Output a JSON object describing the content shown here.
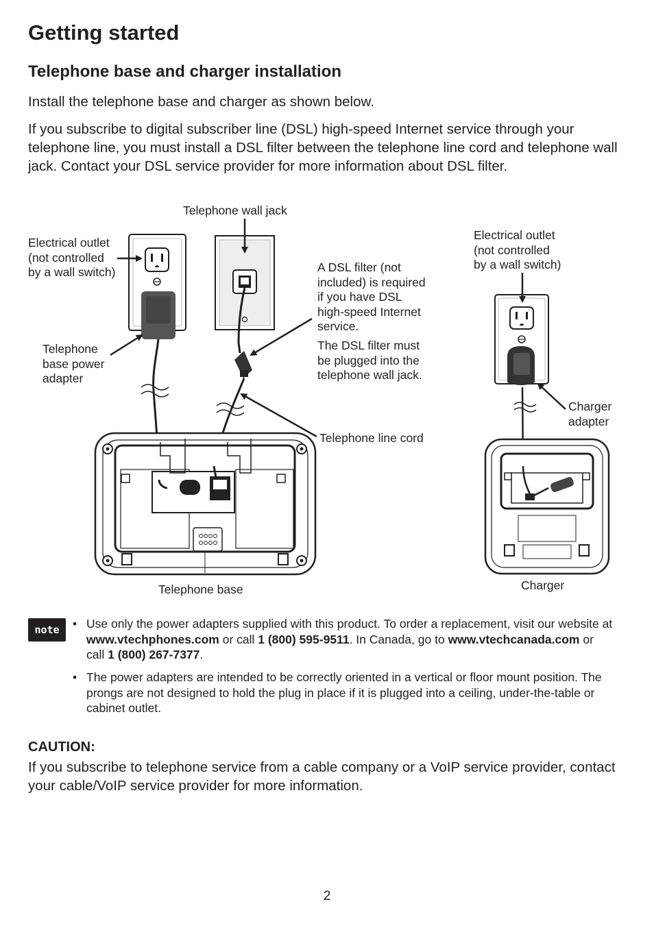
{
  "page": {
    "title": "Getting started",
    "section_title": "Telephone base and charger installation",
    "intro": "Install the telephone base and charger as shown below.",
    "dsl_paragraph": "If you subscribe to digital subscriber line (DSL) high-speed Internet service through your telephone line, you must install a DSL filter between the telephone line cord and telephone wall jack. Contact your DSL service provider for more information about DSL filter.",
    "page_number": "2"
  },
  "diagram": {
    "wall_jack_label": "Telephone wall jack",
    "outlet_left_label": "Electrical outlet\n(not controlled\nby a wall switch)",
    "outlet_right_label": "Electrical outlet\n(not controlled\nby a wall switch)",
    "dsl_filter_label": "A DSL filter (not\nincluded) is required\nif you have DSL\nhigh-speed Internet\nservice.",
    "dsl_filter_note": "The DSL filter must\nbe plugged into the\ntelephone wall jack.",
    "base_adapter_label": "Telephone\nbase power\nadapter",
    "line_cord_label": "Telephone line cord",
    "charger_adapter_label": "Charger\nadapter",
    "base_caption": "Telephone base",
    "charger_caption": "Charger"
  },
  "note": {
    "badge": "note",
    "bullet1": {
      "t1": "Use only the power adapters supplied with this product. To order a replacement, visit our website at ",
      "b1": "www.vtechphones.com",
      "t2": " or call ",
      "b2": "1 (800) 595-9511",
      "t3": ". In Canada, go to ",
      "b3": "www.vtechcanada.com",
      "t4": " or call ",
      "b4": "1 (800) 267-7377",
      "t5": "."
    },
    "bullet2": "The power adapters are intended to be correctly oriented in a vertical or floor mount position. The prongs are not designed to hold the plug in place if it is plugged into a ceiling, under-the-table or cabinet outlet."
  },
  "caution": {
    "heading": "CAUTION:",
    "text": "If you subscribe to telephone service from a cable company or a VoIP service provider, contact your cable/VoIP service provider for more information."
  }
}
